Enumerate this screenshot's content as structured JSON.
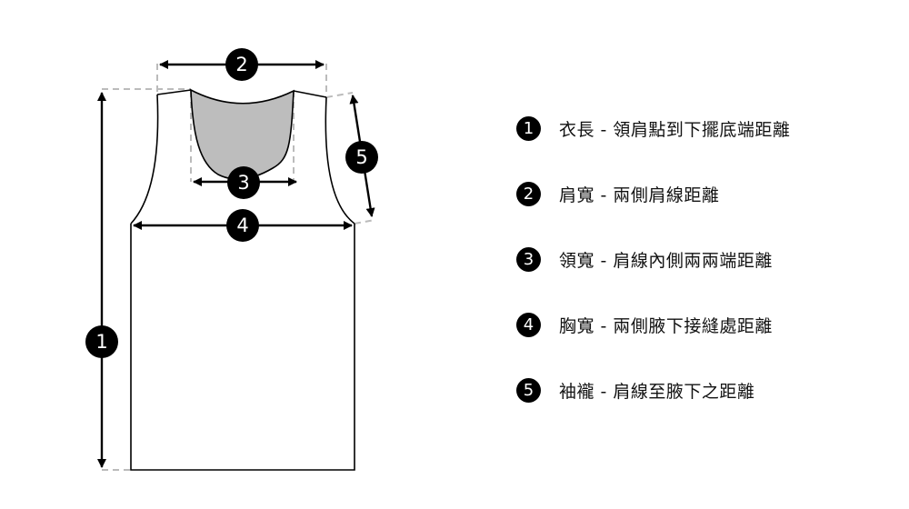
{
  "diagram": {
    "title": "Tank top measurement guide",
    "colors": {
      "outline": "#000000",
      "neck_fill": "#bdbdbd",
      "guide_dash": "#bbbbbb",
      "badge_bg": "#000000",
      "badge_text": "#ffffff"
    },
    "markers": [
      {
        "id": 1,
        "label": "1",
        "measure": "length"
      },
      {
        "id": 2,
        "label": "2",
        "measure": "shoulder-width"
      },
      {
        "id": 3,
        "label": "3",
        "measure": "neck-width"
      },
      {
        "id": 4,
        "label": "4",
        "measure": "chest-width"
      },
      {
        "id": 5,
        "label": "5",
        "measure": "armhole-depth"
      }
    ]
  },
  "legend": [
    {
      "number": "1",
      "text": "衣長 - 領肩點到下擺底端距離"
    },
    {
      "number": "2",
      "text": "肩寬 - 兩側肩線距離"
    },
    {
      "number": "3",
      "text": "領寬 - 肩線內側兩兩端距離"
    },
    {
      "number": "4",
      "text": "胸寬 - 兩側腋下接縫處距離"
    },
    {
      "number": "5",
      "text": "袖襱 - 肩線至腋下之距離"
    }
  ]
}
